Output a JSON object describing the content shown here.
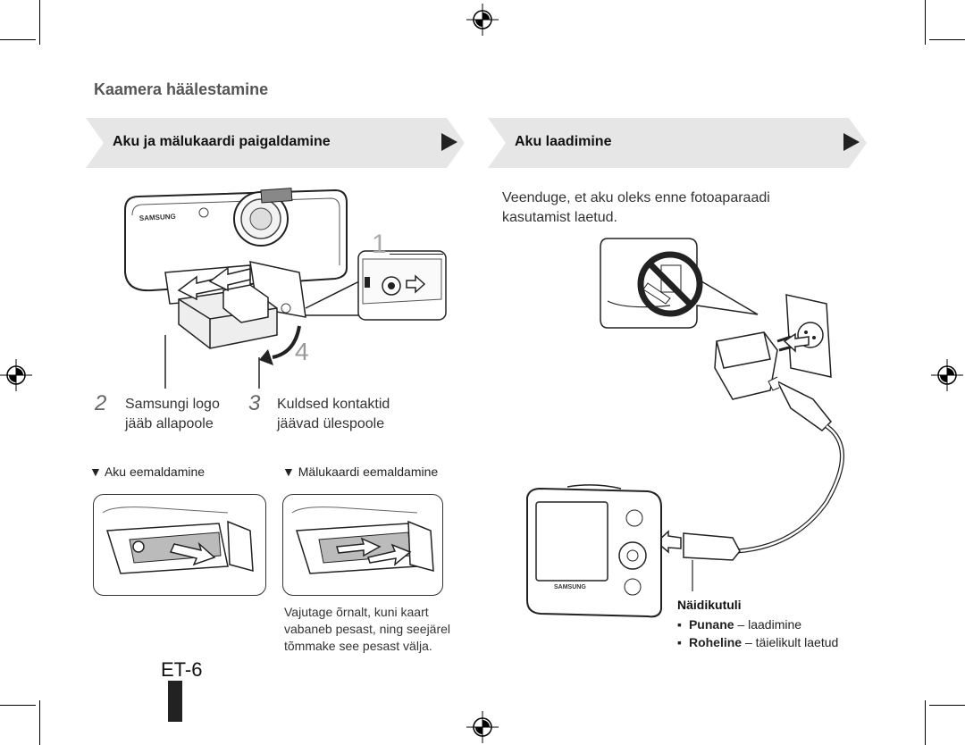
{
  "page": {
    "title": "Kaamera häälestamine",
    "page_number": "ET-6"
  },
  "left_section": {
    "banner_label": "Aku ja mälukaardi paigaldamine",
    "step1_number": "1",
    "step4_number": "4",
    "step2_number": "2",
    "step2_text_line1": "Samsungi logo",
    "step2_text_line2": "jääb allapoole",
    "step3_number": "3",
    "step3_text_line1": "Kuldsed kontaktid",
    "step3_text_line2": "jäävad ülespoole",
    "remove_battery_label": "▼ Aku eemaldamine",
    "remove_card_label": "▼ Mälukaardi eemaldamine",
    "card_note_line1": "Vajutage õrnalt, kuni kaart",
    "card_note_line2": "vabaneb pesast, ning seejärel",
    "card_note_line3": "tõmmake see pesast välja.",
    "camera_brand": "SAMSUNG"
  },
  "right_section": {
    "banner_label": "Aku laadimine",
    "intro_line1": "Veenduge, et aku oleks enne fotoaparaadi",
    "intro_line2": "kasutamist laetud.",
    "indicator_heading": "Näidikutuli",
    "indicators": [
      {
        "bullet": "▪",
        "color_name": "Punane",
        "sep": " – ",
        "meaning": "laadimine"
      },
      {
        "bullet": "▪",
        "color_name": "Roheline",
        "sep": " – ",
        "meaning": "täielikult laetud"
      }
    ],
    "camera_brand": "SAMSUNG"
  },
  "colors": {
    "banner_fill": "#e6e6e6",
    "arrow_fill": "#222222",
    "prohibit_red": "#222222"
  },
  "icons": [
    "registration-mark-icon",
    "play-arrow-icon",
    "no-plug-icon",
    "wall-socket-icon"
  ]
}
